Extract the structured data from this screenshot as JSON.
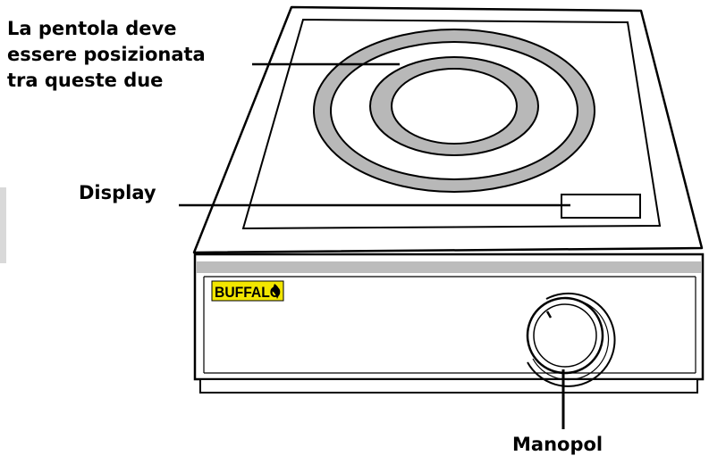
{
  "labels": {
    "pot_position_lines": [
      "La pentola deve",
      "essere posizionata",
      "tra queste due"
    ],
    "display": "Display",
    "knob": "Manopol"
  },
  "brand": {
    "logo_text": "BUFFALO",
    "logo_bg_color": "#f2e600"
  },
  "colors": {
    "outline": "#000000",
    "ring_fill": "#b8b8b8",
    "stripe_fill": "#bcbcbc",
    "background": "#ffffff",
    "smudge": "#d0d0d0"
  },
  "icons": {
    "brand_mark": "buffalo-horn-icon"
  }
}
